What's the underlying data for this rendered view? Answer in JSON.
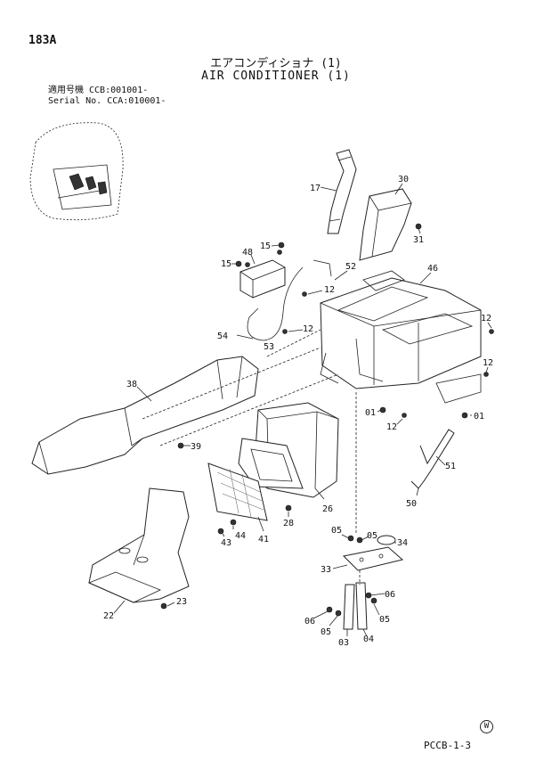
{
  "page": {
    "code": "183A",
    "title_jp": "エアコンディショナ (1)",
    "title_en": "AIR CONDITIONER (1)",
    "serial_line1": "適用号機  CCB:001001-",
    "serial_line2": "Serial No. CCA:010001-",
    "footer_code": "PCCB-1-3",
    "watermark": "W"
  },
  "labels": {
    "p17": "17",
    "p30": "30",
    "p31": "31",
    "p48": "48",
    "p15a": "15",
    "p15b": "15",
    "p52": "52",
    "p46": "46",
    "p12a": "12",
    "p12b": "12",
    "p12c": "12",
    "p12d": "12",
    "p12e": "12",
    "p54": "54",
    "p53": "53",
    "p38": "38",
    "p39": "39",
    "p01a": "01",
    "p01b": "01",
    "p51": "51",
    "p50": "50",
    "p26": "26",
    "p28": "28",
    "p41": "41",
    "p44": "44",
    "p43": "43",
    "p05a": "05",
    "p05b": "05",
    "p34": "34",
    "p33": "33",
    "p23": "23",
    "p22": "22",
    "p06a": "06",
    "p05c": "05",
    "p05d": "05",
    "p06b": "06",
    "p03": "03",
    "p04": "04"
  }
}
